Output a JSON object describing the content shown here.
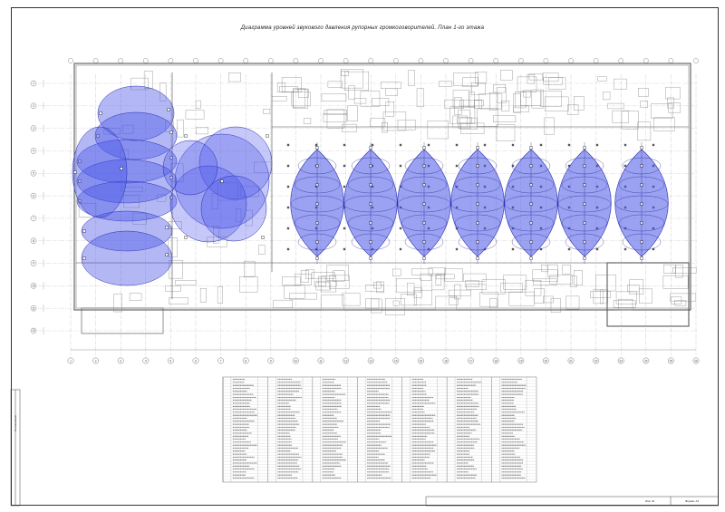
{
  "drawing": {
    "title": "Диаграмма уровней звукового давления рупорных громкоговорителей. План 1-го этажа",
    "axis_rows": [
      "1",
      "2",
      "3",
      "4",
      "5",
      "6",
      "7",
      "8",
      "9",
      "10",
      "11",
      "12"
    ],
    "axis_cols": [
      "1",
      "2",
      "3",
      "4",
      "5",
      "6",
      "7",
      "8",
      "9",
      "10",
      "11",
      "12",
      "13",
      "14",
      "15",
      "16",
      "17",
      "18",
      "19",
      "20",
      "21",
      "22",
      "23",
      "24",
      "25",
      "26"
    ],
    "side_label": "Согласовано",
    "stamp_right": "Формат А1",
    "stamp_mid": "Инв. №",
    "colors": {
      "coverage_fill": "#4b55e8",
      "coverage_stroke": "#2a2fb0",
      "plan_line": "#6a6a6a",
      "wall": "#4a4a4a"
    }
  }
}
